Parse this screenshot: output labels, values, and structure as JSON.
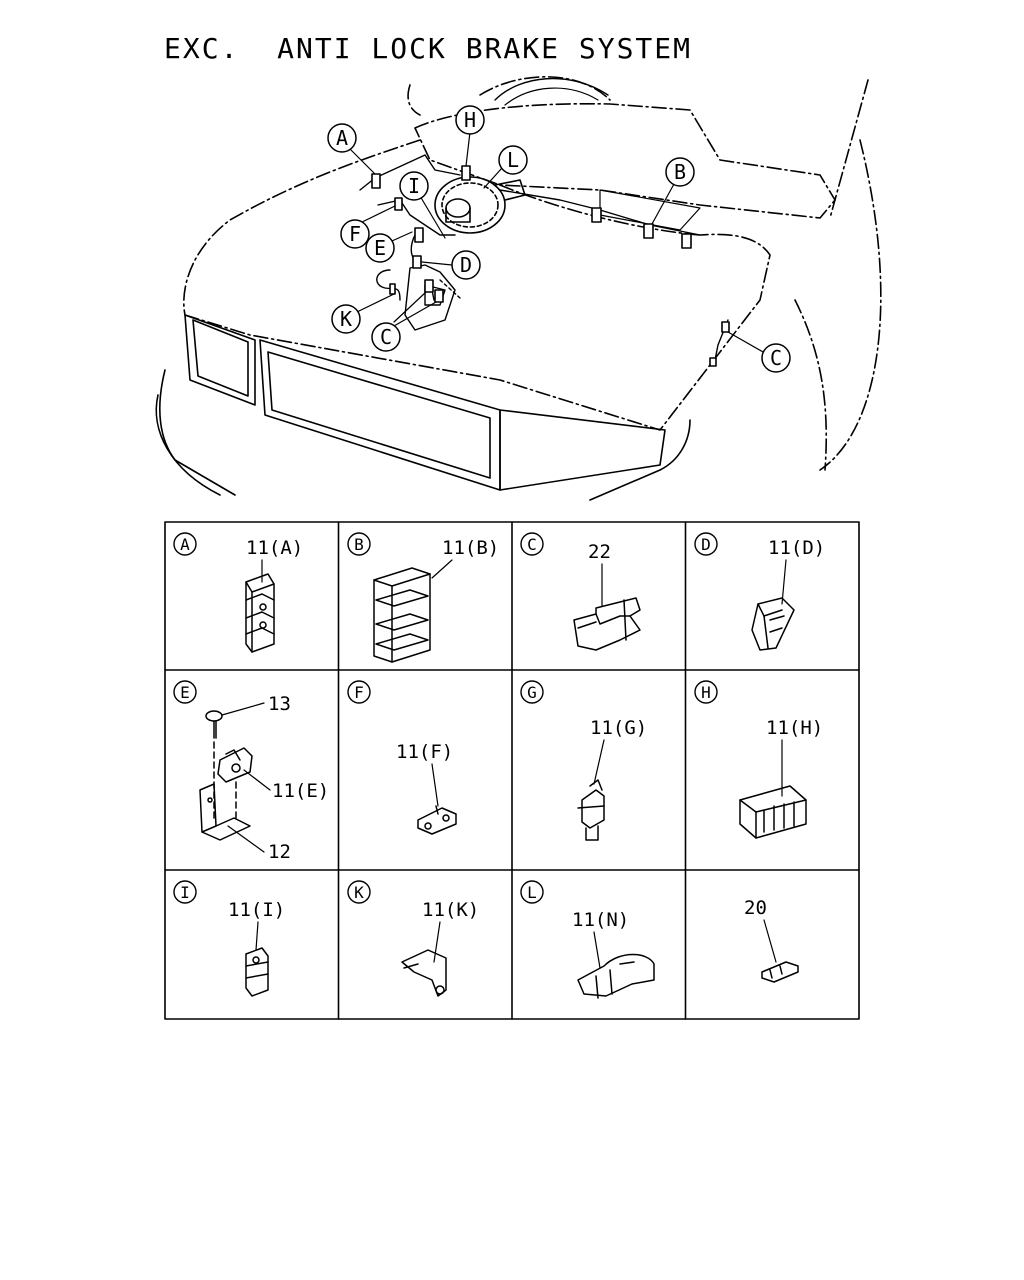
{
  "title": "EXC.  ANTI LOCK BRAKE SYSTEM",
  "callouts": [
    "A",
    "H",
    "L",
    "B",
    "I",
    "F",
    "E",
    "D",
    "K",
    "C",
    "C"
  ],
  "grid_cells": [
    {
      "letter": "A",
      "part": "11(A)"
    },
    {
      "letter": "B",
      "part": "11(B)"
    },
    {
      "letter": "C",
      "part": "22"
    },
    {
      "letter": "D",
      "part": "11(D)"
    },
    {
      "letter": "E",
      "part": "11(E)",
      "part2": "13",
      "part3": "12"
    },
    {
      "letter": "F",
      "part": "11(F)"
    },
    {
      "letter": "G",
      "part": "11(G)"
    },
    {
      "letter": "H",
      "part": "11(H)"
    },
    {
      "letter": "I",
      "part": "11(I)"
    },
    {
      "letter": "K",
      "part": "11(K)"
    },
    {
      "letter": "L",
      "part": "11(N)"
    },
    {
      "letter": "",
      "part": "20"
    }
  ]
}
